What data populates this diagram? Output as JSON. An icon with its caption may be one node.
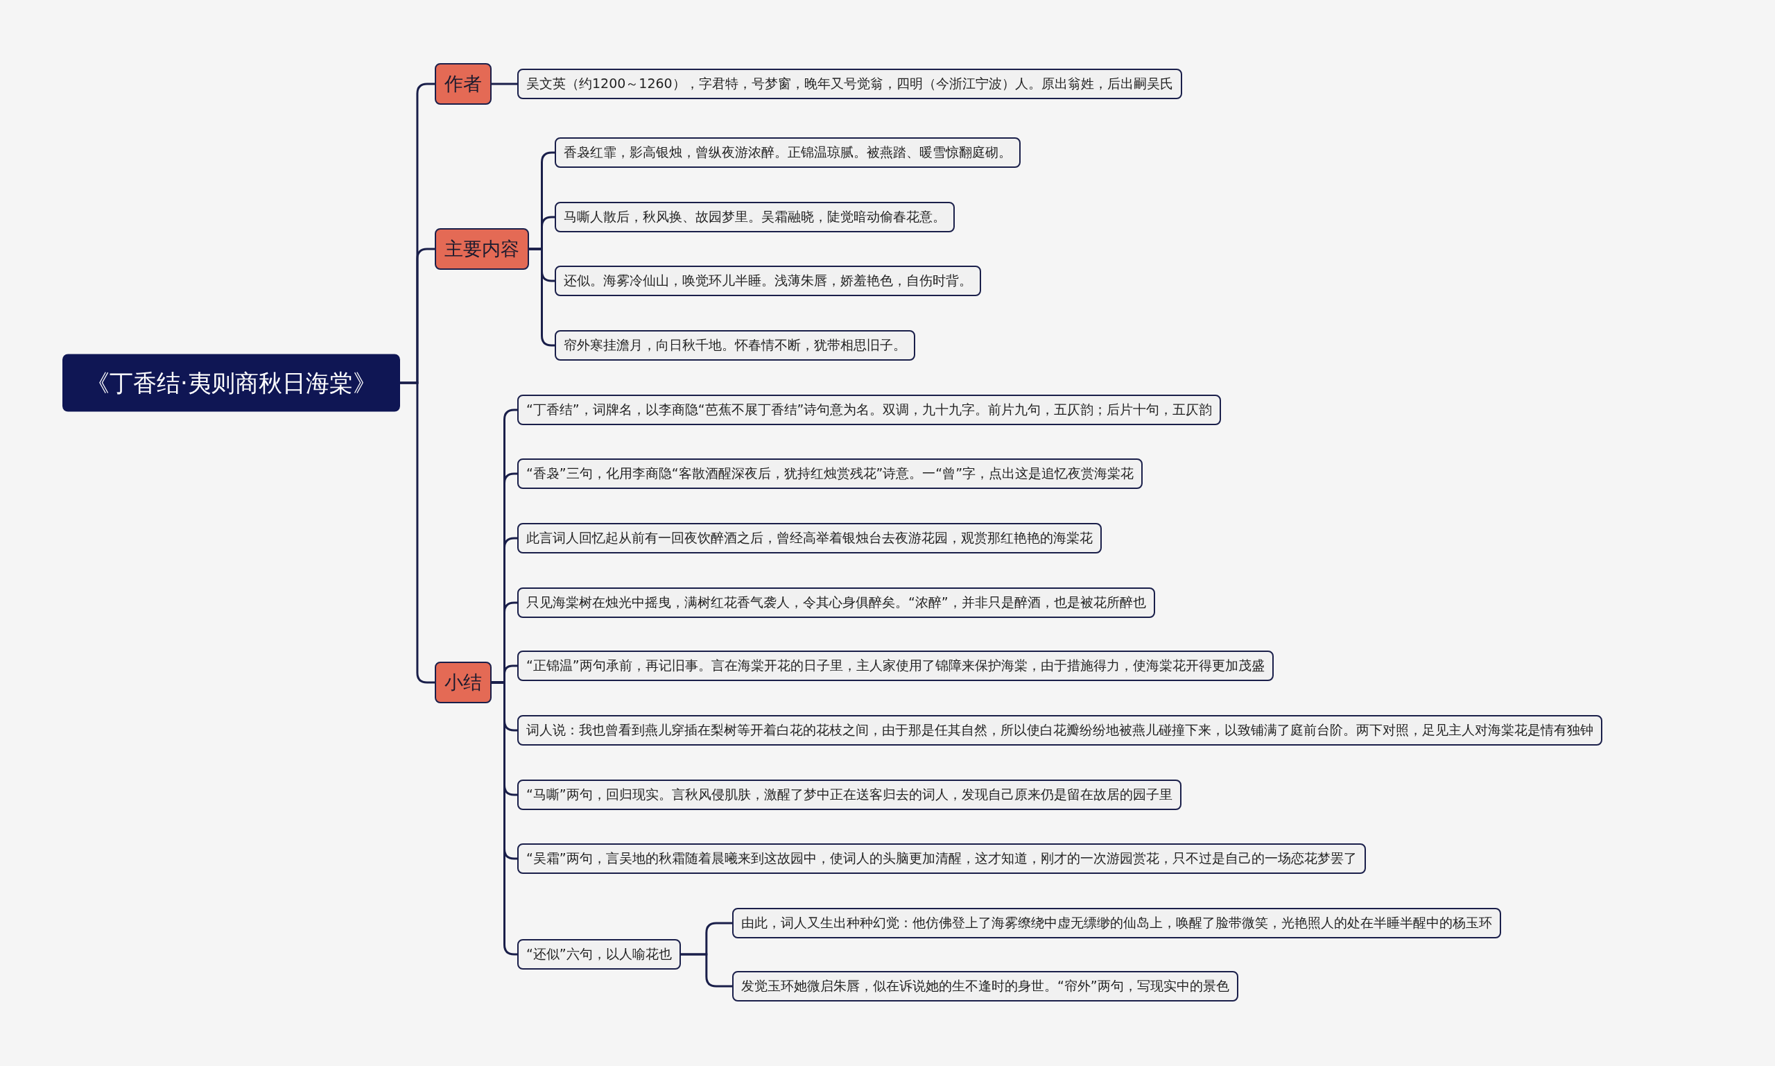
{
  "diagram": {
    "nodes": [
      {
        "text": [
          "《丁香结·夷则商秋日海棠》"
        ]
      },
      {
        "text": [
          "作者"
        ]
      },
      {
        "text": [
          "吴文英（约1200～1260），字君特，号梦窗，晚年又号觉翁，四明（今浙江宁波）人。原出翁姓，后出嗣吴氏"
        ]
      },
      {
        "text": [
          "主要内容"
        ]
      },
      {
        "text": [
          "香袅红霏，影高银烛，曾纵夜游浓醉。正锦温琼腻。被燕踏、暖雪惊翻庭砌。"
        ]
      },
      {
        "text": [
          "马嘶人散后，秋风换、故园梦里。吴霜融晓，陡觉暗动偷春花意。"
        ]
      },
      {
        "text": [
          "还似。海雾冷仙山，唤觉环儿半睡。浅薄朱唇，娇羞艳色，自伤时背。"
        ]
      },
      {
        "text": [
          "帘外寒挂澹月，向日秋千地。怀春情不断，犹带相思旧子。"
        ]
      },
      {
        "text": [
          "小结"
        ]
      },
      {
        "text": [
          "“丁香结”，词牌名，以李商隐“芭蕉不展丁香结”诗句意为名。双调，九十九字。前片九句，五仄韵；后片十句，五仄韵"
        ]
      },
      {
        "text": [
          "“香袅”三句，化用李商隐“客散酒醒深夜后，犹持红烛赏残花”诗意。一“曾”字，点出这是追忆夜赏海棠花"
        ]
      },
      {
        "text": [
          "此言词人回忆起从前有一回夜饮醉酒之后，曾经高举着银烛台去夜游花园，观赏那红艳艳的海棠花"
        ]
      },
      {
        "text": [
          "只见海棠树在烛光中摇曳，满树红花香气袭人，令其心身俱醉矣。“浓醉”，并非只是醉酒，也是被花所醉也"
        ]
      },
      {
        "text": [
          "“正锦温”两句承前，再记旧事。言在海棠开花的日子里，主人家使用了锦障来保护海棠，由于措施得力，使海棠花开得更加茂盛"
        ]
      },
      {
        "text": [
          "词人说：我也曾看到燕儿穿插在梨树等开着白花的花枝之间，由于那是任其自然，所以使白花瓣纷纷地被燕儿碰撞下来，以致铺满了庭前台阶。两下对照，足见主人对海棠花是情有独钟"
        ]
      },
      {
        "text": [
          "“马嘶”两句，回归现实。言秋风侵肌肤，激醒了梦中正在送客归去的词人，发现自己原来仍是留在故居的园子里"
        ]
      },
      {
        "text": [
          "“吴霜”两句，言吴地的秋霜随着晨曦来到这故园中，使词人的头脑更加清醒，这才知道，刚才的一次游园赏花，只不过是自己的一场恋花梦罢了"
        ]
      },
      {
        "text": [
          "“还似”六句，以人喻花也"
        ]
      },
      {
        "text": [
          "由此，词人又生出种种幻觉：他仿佛登上了海雾缭绕中虚无缥缈的仙岛上，唤醒了脸带微笑，光艳照人的处在半睡半醒中的杨玉环"
        ]
      },
      {
        "text": [
          "发觉玉环她微启朱唇，似在诉说她的生不逢时的身世。“帘外”两句，写现实中的景色"
        ]
      }
    ],
    "edges": [
      {
        "from": 0,
        "to": 1,
        "arrow": "none"
      },
      {
        "from": 0,
        "to": 3,
        "arrow": "none"
      },
      {
        "from": 0,
        "to": 8,
        "arrow": "none"
      },
      {
        "from": 1,
        "to": 2,
        "arrow": "none"
      },
      {
        "from": 3,
        "to": 4,
        "arrow": "none"
      },
      {
        "from": 3,
        "to": 5,
        "arrow": "none"
      },
      {
        "from": 3,
        "to": 6,
        "arrow": "none"
      },
      {
        "from": 3,
        "to": 7,
        "arrow": "none"
      },
      {
        "from": 8,
        "to": 9,
        "arrow": "none"
      },
      {
        "from": 8,
        "to": 10,
        "arrow": "none"
      },
      {
        "from": 8,
        "to": 11,
        "arrow": "none"
      },
      {
        "from": 8,
        "to": 12,
        "arrow": "none"
      },
      {
        "from": 8,
        "to": 13,
        "arrow": "none"
      },
      {
        "from": 8,
        "to": 14,
        "arrow": "none"
      },
      {
        "from": 8,
        "to": 15,
        "arrow": "none"
      },
      {
        "from": 8,
        "to": 16,
        "arrow": "none"
      },
      {
        "from": 8,
        "to": 17,
        "arrow": "none"
      },
      {
        "from": 17,
        "to": 18,
        "arrow": "none"
      },
      {
        "from": 17,
        "to": 19,
        "arrow": "none"
      }
    ]
  }
}
